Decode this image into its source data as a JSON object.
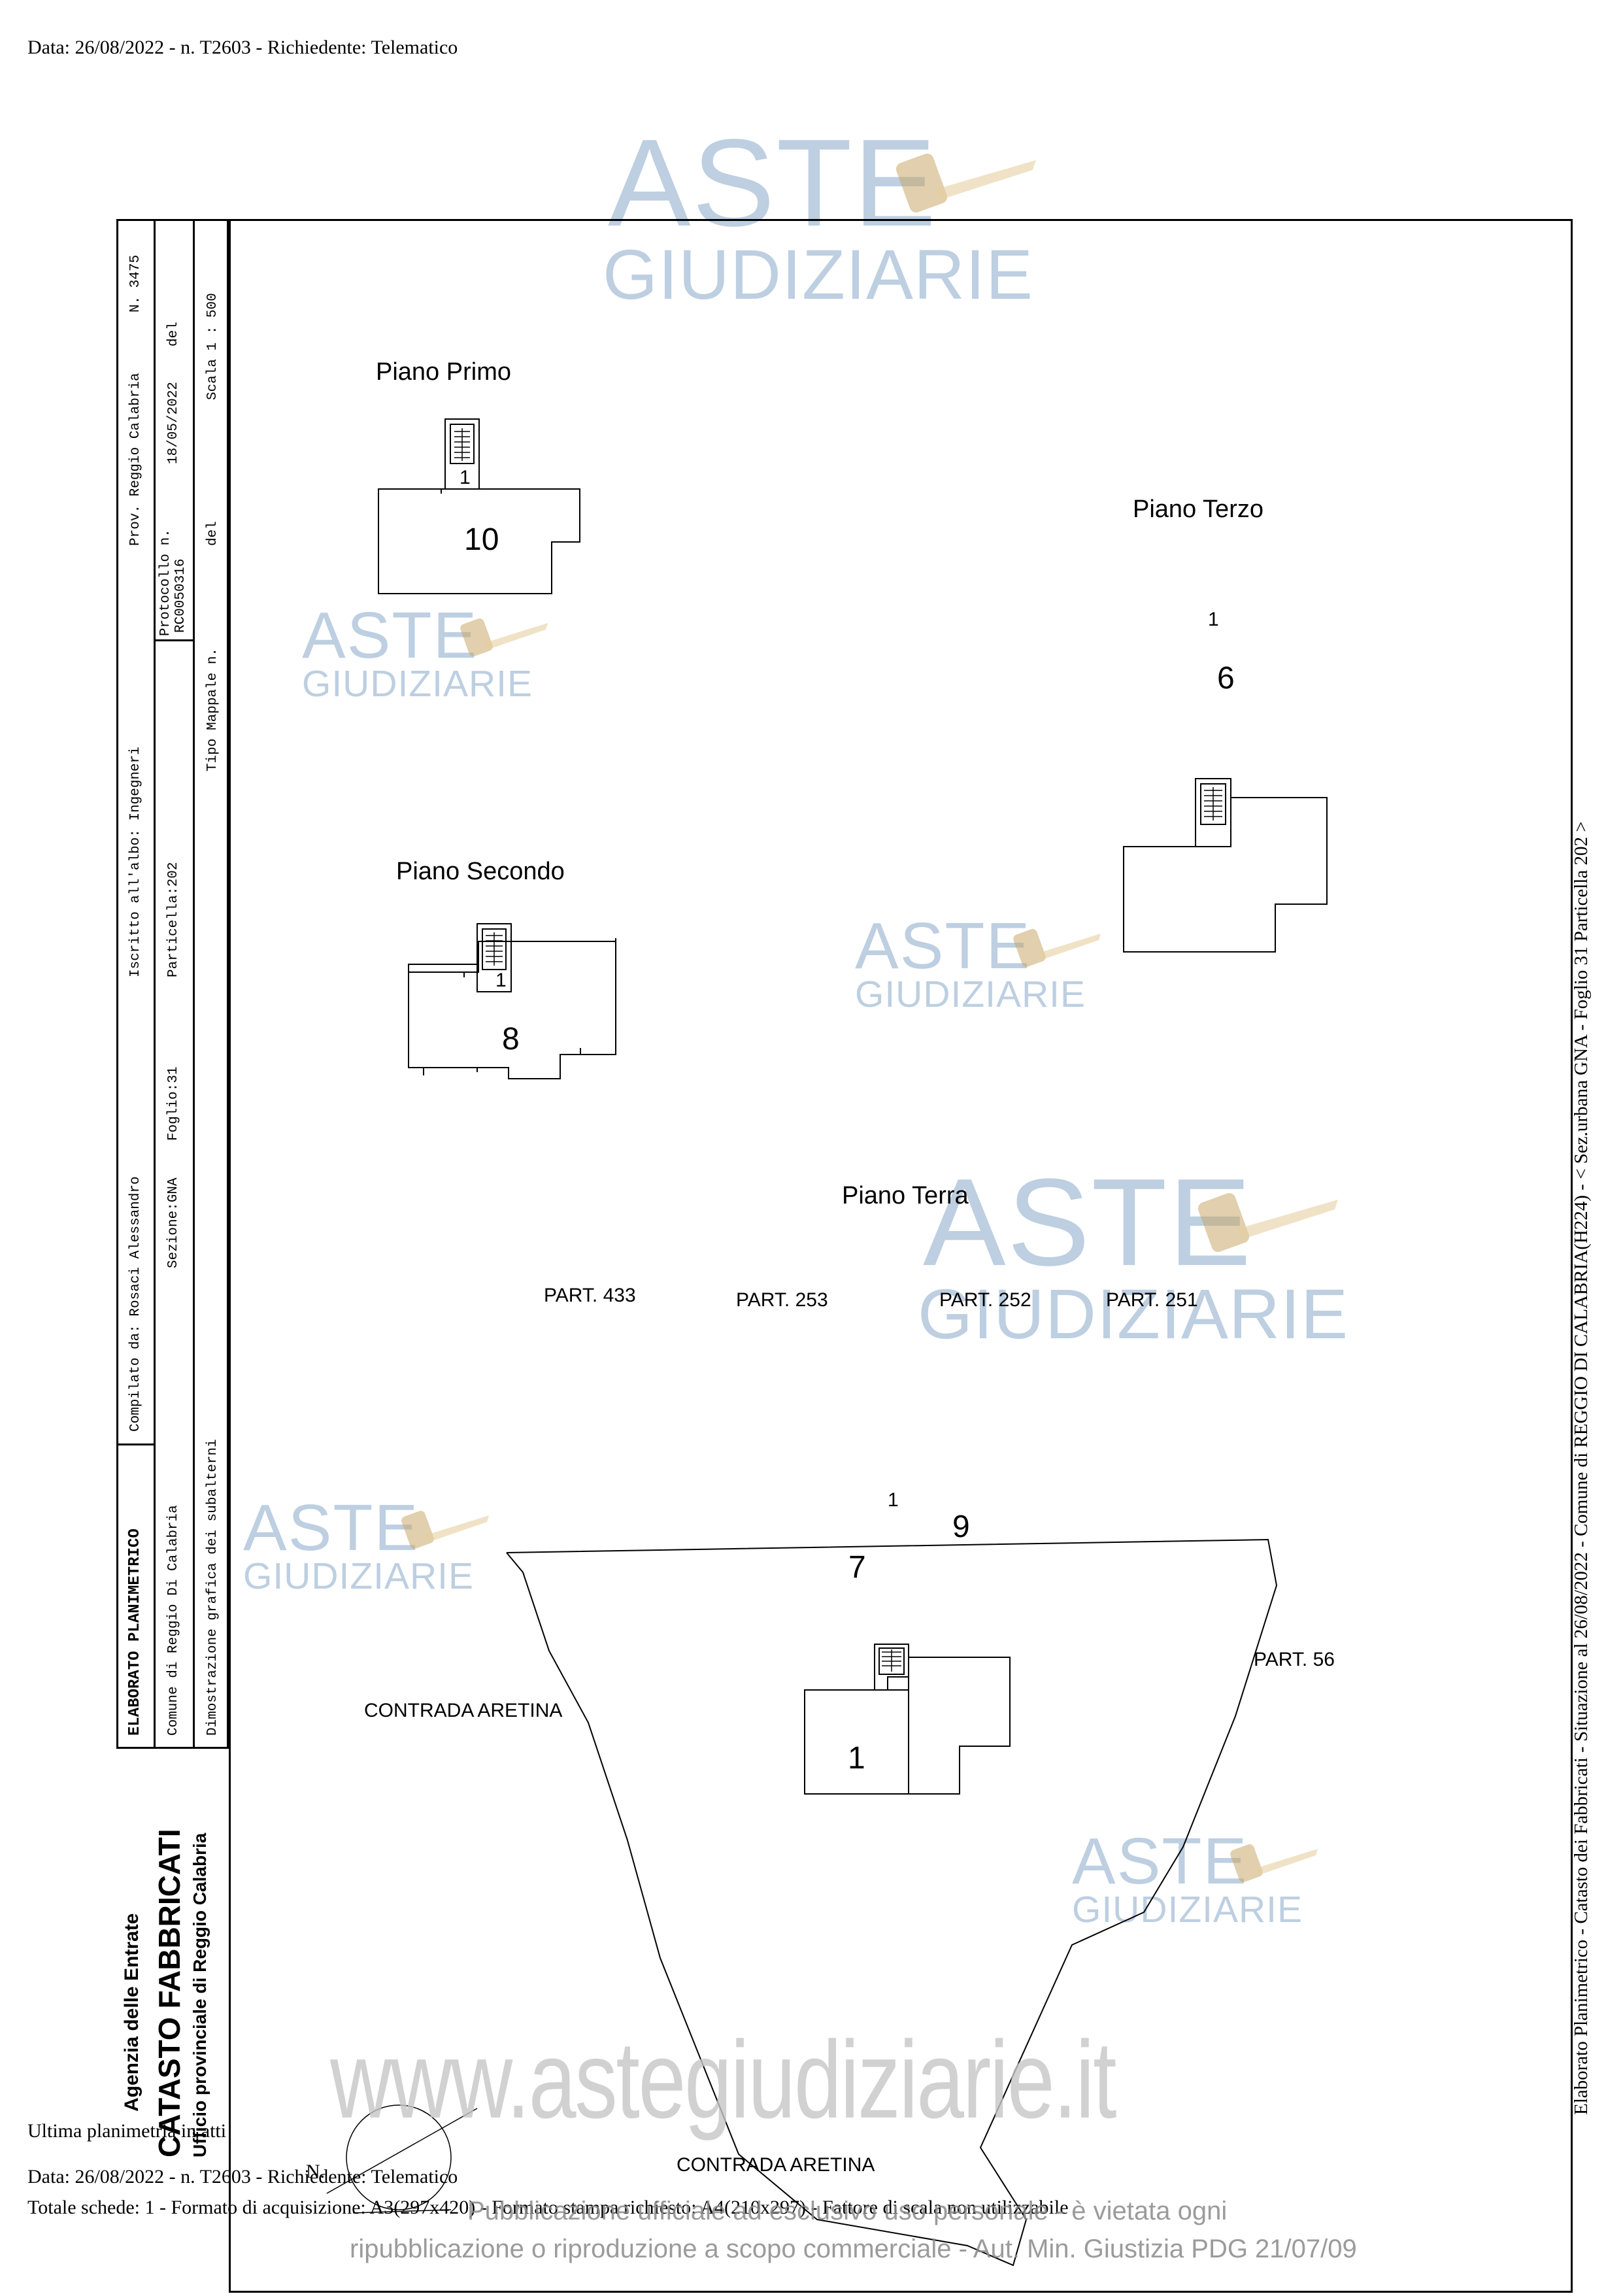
{
  "header": {
    "text": "Data: 26/08/2022 - n. T2603 - Richiedente: Telematico"
  },
  "title_block": {
    "elaborato": "ELABORATO PLANIMETRICO",
    "compilato": "Compilato da: Rosaci Alessandro",
    "iscritto": "Iscritto all'albo: Ingegneri",
    "prov": "Prov. Reggio Calabria",
    "numero": "N. 3475",
    "comune": "Comune di Reggio Di Calabria",
    "sezione": "Sezione:GNA",
    "foglio": "Foglio:31",
    "particella": "Particella:202",
    "protocollo": "Protocollo n.",
    "protocollo_num": "RC0050316",
    "protocollo_data": "18/05/2022",
    "del": "del",
    "dimostrazione": "Dimostrazione grafica dei subalterni",
    "tipo_mappale": "Tipo Mappale n.",
    "tipo_del": "del",
    "scala": "Scala 1 : 500"
  },
  "agency": {
    "line1": "Agenzia delle Entrate",
    "line2": "CATASTO FABBRICATI",
    "line3": "Ufficio provinciale di  Reggio Calabria"
  },
  "floors": {
    "primo": {
      "label": "Piano Primo",
      "unit": "10",
      "stair": "1"
    },
    "terzo": {
      "label": "Piano Terzo",
      "unit": "6",
      "stair": "1"
    },
    "secondo": {
      "label": "Piano Secondo",
      "unit": "8",
      "stair": "1"
    },
    "terra": {
      "label": "Piano Terra",
      "units": [
        "7",
        "9"
      ],
      "stair": "1",
      "lot": "1"
    }
  },
  "map_labels": {
    "part433": "PART. 433",
    "part253": "PART. 253",
    "part252": "PART. 252",
    "part251": "PART. 251",
    "part56": "PART. 56",
    "contrada_left": "CONTRADA ARETINA",
    "contrada_bottom": "CONTRADA ARETINA",
    "north": "N."
  },
  "side_note": "Elaborato Planimetrico - Catasto dei Fabbricati - Situazione al 26/08/2022 - Comune di REGGIO DI CALABRIA(H224) - < Sez.urbana GNA - Foglio 31 Particella 202 >",
  "footer": {
    "ultima": "Ultima planimetria in atti",
    "data": "Data: 26/08/2022 - n. T2603 - Richiedente: Telematico",
    "totale": "Totale schede: 1 - Formato di acquisizione: A3(297x420) - Formato stampa richiesto: A4(210x297) - Fattore di scala non utilizzabile"
  },
  "watermark": {
    "aste": "ASTE",
    "giudiziarie": "GIUDIZIARIE",
    "url": "www.astegiudiziarie.it",
    "notice1": "Pubblicazione ufficiale ad esclusivo uso personale - è vietata ogni",
    "notice2": "ripubblicazione o riproduzione a scopo commerciale - Aut. Min. Giustizia PDG 21/07/09",
    "color": "#a8bfd8"
  }
}
